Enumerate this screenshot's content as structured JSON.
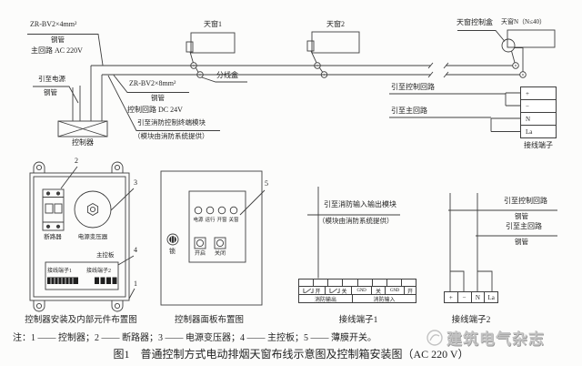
{
  "colors": {
    "line": "#3f3f3f",
    "text": "#1f1f1f",
    "watermark": "#c3c3c3"
  },
  "wiring": {
    "spec_main": "ZR-BV2×4mm²",
    "conduit": "钢管",
    "main_circuit": "主回路 AC 220V",
    "to_power": "引至电源",
    "controller_label": "控制器",
    "spec_control": "ZR-BV2×8mm²",
    "control_circuit": "控制回路 DC 24V",
    "to_fire_terminal_1": "引至消防控制终端模块",
    "to_fire_terminal_2": "（模块由消防系统提供）",
    "skylight1": "天窗1",
    "skylight2": "天窗2",
    "skylight_n": "天窗N（N≤40）",
    "junction_box": "分线盒",
    "skylight_control_box": "天窗控制盒",
    "to_control_circuit": "引至控制回路",
    "to_main_circuit": "引至主回路",
    "terminal_block_label": "接线端子",
    "terminals": [
      "+",
      "−",
      "N",
      "La"
    ]
  },
  "controller_fig": {
    "caption": "控制器安装及内部元件布置图",
    "breaker": "断路器",
    "transformer": "电源变压器",
    "main_board": "主控板",
    "terminal1": "接线端子1",
    "terminal2": "接线端子2",
    "callout_1": "1",
    "callout_2": "2",
    "callout_3": "3",
    "callout_4": "4"
  },
  "panel_fig": {
    "caption": "控制器面板布置图",
    "lock": "锁",
    "indicators": [
      "电源",
      "运行",
      "开窗",
      "关窗"
    ],
    "buttons": [
      "开启",
      "关闭"
    ],
    "callout_5": "5"
  },
  "terminal1_fig": {
    "caption": "接线端子1",
    "to_module_1": "引至消防输入输出模块",
    "to_module_2": "（模块由消防系统提供）",
    "cells": [
      "开",
      "关",
      "GND",
      "关",
      "GND",
      "开"
    ],
    "spans": [
      "消防输出",
      "消防输入"
    ]
  },
  "terminal2_fig": {
    "caption": "接线端子2",
    "to_control": "引至控制回路",
    "to_main": "引至主回路",
    "conduit": "钢管",
    "cells": [
      "+",
      "−",
      "N",
      "La"
    ]
  },
  "footer": {
    "note": "注：1 —— 控制器；2 —— 断路器；3 —— 电源变压器；4 —— 主控板；5 —— 薄膜开关。",
    "watermark": "建筑电气杂志",
    "figure_caption": "图1　普通控制方式电动排烟天窗布线示意图及控制箱安装图（AC 220 V）"
  }
}
